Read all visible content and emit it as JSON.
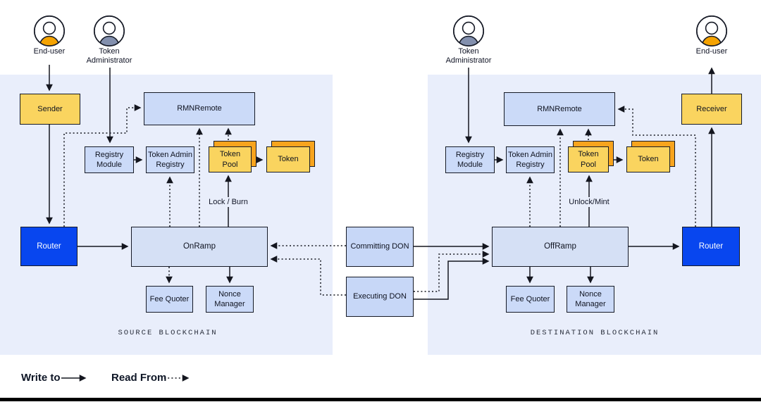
{
  "panels": {
    "source": {
      "label": "SOURCE BLOCKCHAIN"
    },
    "destination": {
      "label": "DESTINATION BLOCKCHAIN"
    }
  },
  "actors": {
    "end_user_source": "End-user",
    "token_admin_source": "Token Administrator",
    "token_admin_dest": "Token Administrator",
    "end_user_dest": "End-user"
  },
  "nodes": {
    "sender": "Sender",
    "rmn_remote_source": "RMNRemote",
    "registry_module_source": "Registry Module",
    "token_admin_registry_source": "Token Admin Registry",
    "token_pool_source": "Token Pool",
    "token_source": "Token",
    "router_source": "Router",
    "onramp": "OnRamp",
    "fee_quoter_source": "Fee Quoter",
    "nonce_manager_source": "Nonce Manager",
    "committing_don": "Committing DON",
    "executing_don": "Executing DON",
    "offramp": "OffRamp",
    "rmn_remote_dest": "RMNRemote",
    "registry_module_dest": "Registry Module",
    "token_admin_registry_dest": "Token Admin Registry",
    "token_pool_dest": "Token Pool",
    "token_dest": "Token",
    "router_dest": "Router",
    "receiver": "Receiver",
    "fee_quoter_dest": "Fee Quoter",
    "nonce_manager_dest": "Nonce Manager"
  },
  "edge_labels": {
    "lock_burn": "Lock / Burn",
    "unlock_mint": "Unlock/Mint"
  },
  "legend": {
    "write_to": "Write to",
    "read_from": "Read From"
  },
  "colors": {
    "panel_bg": "#E9EEFB",
    "box_blue": "#CBDAF8",
    "ramp_blue": "#D5E0F5",
    "don_blue": "#C7D7F7",
    "router_blue": "#0846EF",
    "yellow": "#FAD45F",
    "orange": "#F8A41D",
    "admin_gray": "#8390AE",
    "enduser_orange": "#F5A302",
    "line": "#14161F"
  }
}
